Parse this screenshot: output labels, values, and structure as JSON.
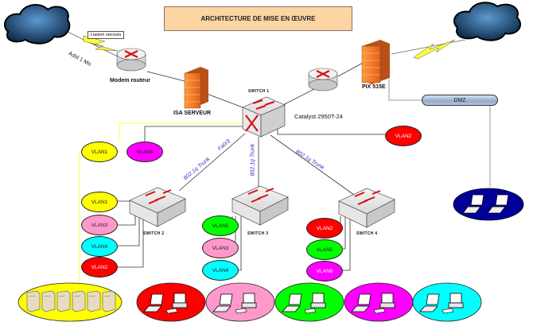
{
  "title": "ARCHITECTURE DE MISE EN ŒUVRE",
  "labels": {
    "backup_link": "Liaison secours",
    "adsl": "Adsl 1 Mo",
    "modem": "Modem routeur",
    "isa": "ISA SERVEUR",
    "pix": "PIX 515E",
    "dmz": "DMZ",
    "switch1": "SWITCH 1",
    "switch1_model": "Catalyst 2950T-24",
    "switch2": "SWITCH 2",
    "switch3": "SWITCH 3",
    "switch4": "SWITCH 4"
  },
  "trunks": {
    "sw2": "802.1q Trunk",
    "sw2_port": "Fa0/3",
    "sw3": "802.1q Trunk",
    "sw4": "802.1q Trunk"
  },
  "vlans": {
    "sw1": [
      {
        "label": "VLAN1",
        "color": "#ffff00"
      },
      {
        "label": "VLAN6",
        "color": "#ff00ff"
      },
      {
        "label": "VLAN2",
        "color": "#ff0000"
      }
    ],
    "sw2": [
      {
        "label": "VLAN1",
        "color": "#ffff00"
      },
      {
        "label": "VLAN3",
        "color": "#ff99cc"
      },
      {
        "label": "VLAN4",
        "color": "#00ffff"
      },
      {
        "label": "VLAN2",
        "color": "#ff0000"
      }
    ],
    "sw3": [
      {
        "label": "VLAN5",
        "color": "#00ff00"
      },
      {
        "label": "VLAN3",
        "color": "#ff99cc"
      },
      {
        "label": "VLAN4",
        "color": "#00ffff"
      }
    ],
    "sw4": [
      {
        "label": "VLAN2",
        "color": "#ff0000"
      },
      {
        "label": "VLAN5",
        "color": "#00ff00"
      },
      {
        "label": "VLAN6",
        "color": "#ff00ff"
      }
    ]
  },
  "groups": [
    {
      "name": "servers",
      "color": "#ffff00"
    },
    {
      "name": "vlan2-hosts",
      "color": "#ff0000"
    },
    {
      "name": "vlan3-hosts",
      "color": "#ff99cc"
    },
    {
      "name": "vlan5-hosts",
      "color": "#00ff00"
    },
    {
      "name": "vlan6-hosts",
      "color": "#ff00ff"
    },
    {
      "name": "vlan4-hosts",
      "color": "#00ffff"
    },
    {
      "name": "dmz-hosts",
      "color": "#000099"
    }
  ]
}
